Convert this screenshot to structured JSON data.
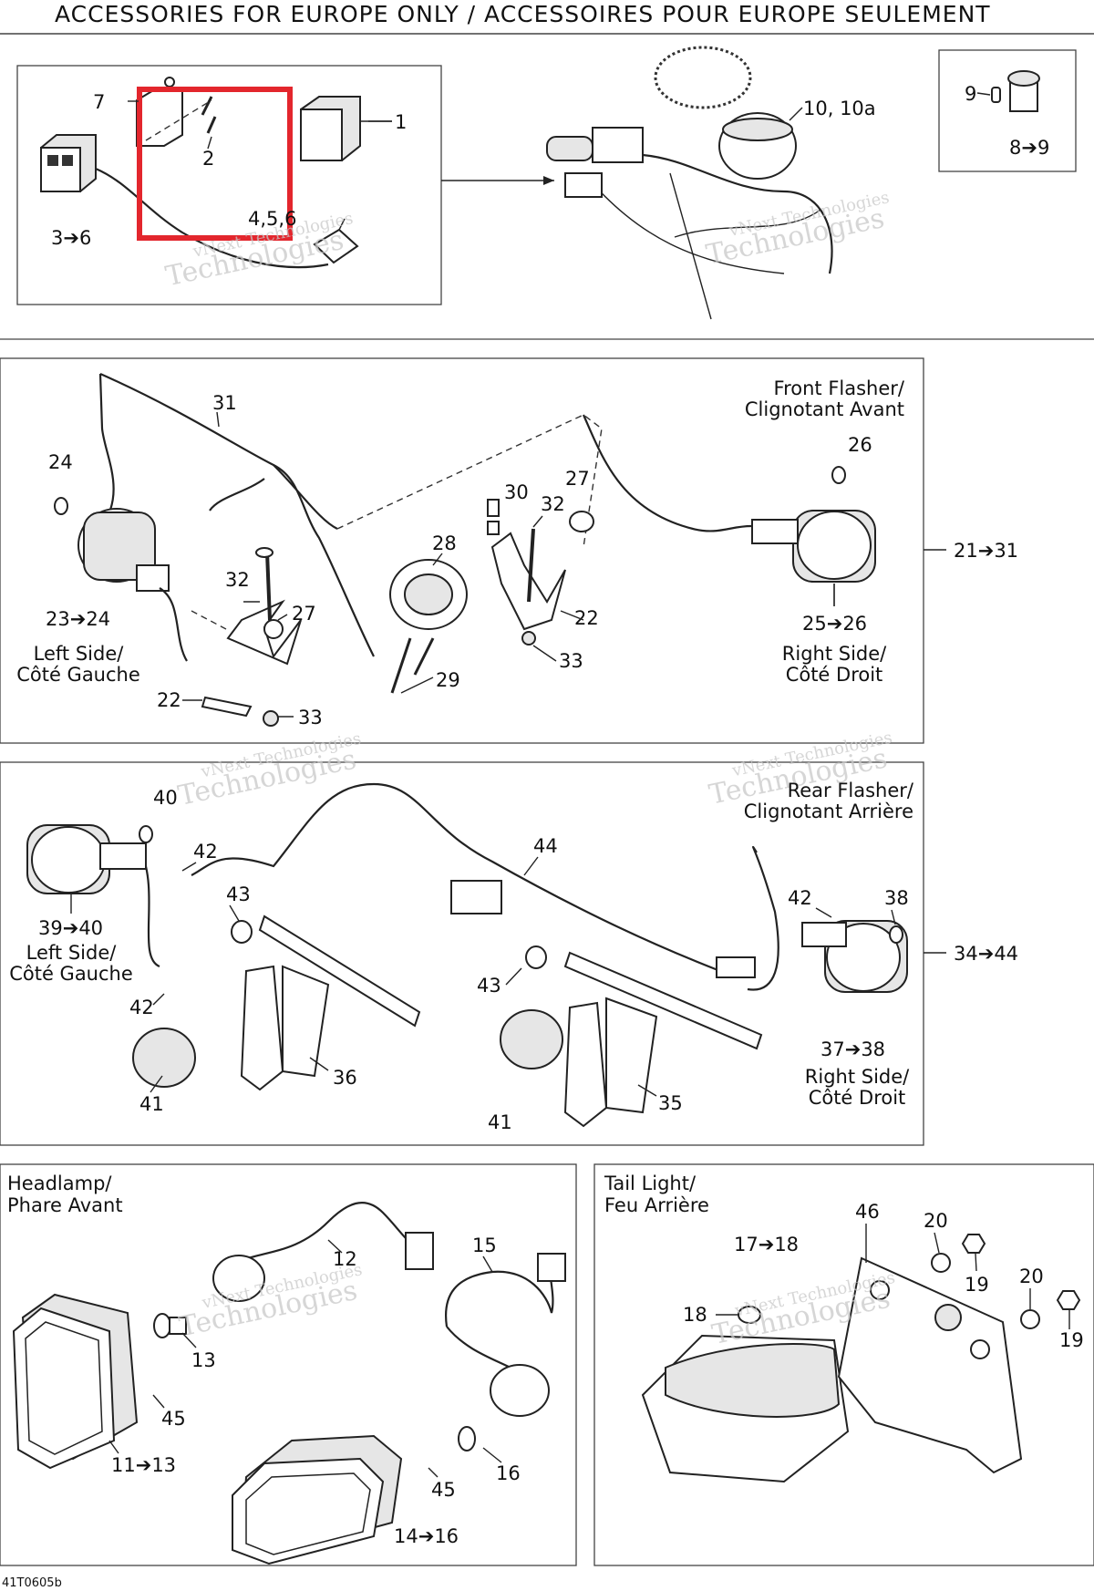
{
  "header": {
    "title": "ACCESSORIES FOR EUROPE ONLY / ACCESSOIRES POUR EUROPE SEULEMENT"
  },
  "sections": {
    "front_flasher": {
      "title_line1": "Front Flasher/",
      "title_line2": "Clignotant Avant"
    },
    "rear_flasher": {
      "title_line1": "Rear Flasher/",
      "title_line2": "Clignotant Arrière"
    },
    "headlamp": {
      "title_line1": "Headlamp/",
      "title_line2": "Phare Avant"
    },
    "tail_light": {
      "title_line1": "Tail Light/",
      "title_line2": "Feu Arrière"
    }
  },
  "side_captions": {
    "left_front_line1": "Left Side/",
    "left_front_line2": "Côté Gauche",
    "right_front_line1": "Right Side/",
    "right_front_line2": "Côté Droit",
    "left_rear_line1": "Left Side/",
    "left_rear_line2": "Côté Gauche",
    "right_rear_line1": "Right Side/",
    "right_rear_line2": "Côté Droit"
  },
  "callouts": {
    "c1": "1",
    "c2": "2",
    "c7": "7",
    "c3_6": "3➔6",
    "c4_5": "4,5,6",
    "c10": "10, 10a",
    "c9": "9",
    "c8_9": "8➔9",
    "c31": "31",
    "c24": "24",
    "c23_24": "23➔24",
    "c32a": "32",
    "c27a": "27",
    "c22a": "22",
    "c33a": "33",
    "c28": "28",
    "c30": "30",
    "c32b": "32",
    "c27b": "27",
    "c22b": "22",
    "c33b": "33",
    "c29": "29",
    "c26": "26",
    "c25_26": "25➔26",
    "c21_31": "21➔31",
    "c40": "40",
    "c42a": "42",
    "c43a": "43",
    "c39_40": "39➔40",
    "c42b": "42",
    "c41a": "41",
    "c36": "36",
    "c44": "44",
    "c42c": "42",
    "c38": "38",
    "c43b": "43",
    "c34_44": "34➔44",
    "c37_38": "37➔38",
    "c41b": "41",
    "c35": "35",
    "c12": "12",
    "c15": "15",
    "c13": "13",
    "c45a": "45",
    "c11_13": "11➔13",
    "c45b": "45",
    "c16": "16",
    "c14_16": "14➔16",
    "c46": "46",
    "c20a": "20",
    "c17_18": "17➔18",
    "c19a": "19",
    "c20b": "20",
    "c18": "18",
    "c19b": "19"
  },
  "watermark": {
    "line1": "vNext Technologies",
    "line2": "Technologies"
  },
  "footer": {
    "code": "41T0605b"
  },
  "highlight": {
    "color": "#e3262d"
  }
}
